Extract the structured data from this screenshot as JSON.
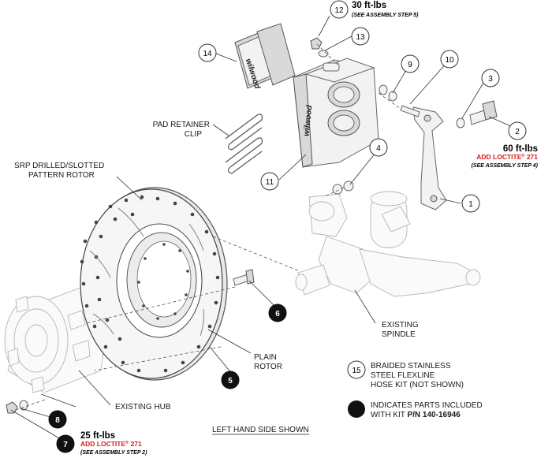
{
  "torque_specs": {
    "upper": {
      "value": "30 ft-lbs",
      "note": "(SEE ASSEMBLY STEP 5)"
    },
    "right": {
      "value": "60 ft-lbs",
      "loctite_prefix": "ADD LOCTITE",
      "loctite_mark": "®",
      "loctite_suffix": " 271",
      "note": "(SEE ASSEMBLY STEP 4)"
    },
    "lower": {
      "value": "25 ft-lbs",
      "loctite_prefix": "ADD LOCTITE",
      "loctite_mark": "®",
      "loctite_suffix": " 271",
      "note": "(SEE ASSEMBLY STEP 2)"
    }
  },
  "labels": {
    "pad_retainer_1": "PAD RETAINER",
    "pad_retainer_2": "CLIP",
    "srp_rotor_1": "SRP DRILLED/SLOTTED",
    "srp_rotor_2": "PATTERN ROTOR",
    "plain_rotor_1": "PLAIN",
    "plain_rotor_2": "ROTOR",
    "existing_spindle_1": "EXISTING",
    "existing_spindle_2": "SPINDLE",
    "existing_hub": "EXISTING HUB",
    "hose_kit_1": "BRAIDED STAINLESS",
    "hose_kit_2": "STEEL FLEXLINE",
    "hose_kit_3": "HOSE KIT (NOT SHOWN)",
    "included_1": "INDICATES PARTS INCLUDED",
    "included_2_prefix": "WITH KIT ",
    "included_2_pn": "P/N 140-16946",
    "side_shown": "LEFT HAND SIDE SHOWN",
    "caliper_brand": "wilwood",
    "pad_brand": "wilwood"
  },
  "callouts": {
    "c1": "1",
    "c2": "2",
    "c3": "3",
    "c4": "4",
    "c5": "5",
    "c6": "6",
    "c7": "7",
    "c8": "8",
    "c9": "9",
    "c10": "10",
    "c11": "11",
    "c12": "12",
    "c13": "13",
    "c14": "14",
    "c15": "15"
  },
  "legend": {
    "open_circle_number": "15",
    "filled_circle_icon": "black-filled-circle-icon"
  },
  "colors": {
    "included_part_fill": "#111111",
    "loctite_red": "#d7191c",
    "line": "#333333"
  }
}
